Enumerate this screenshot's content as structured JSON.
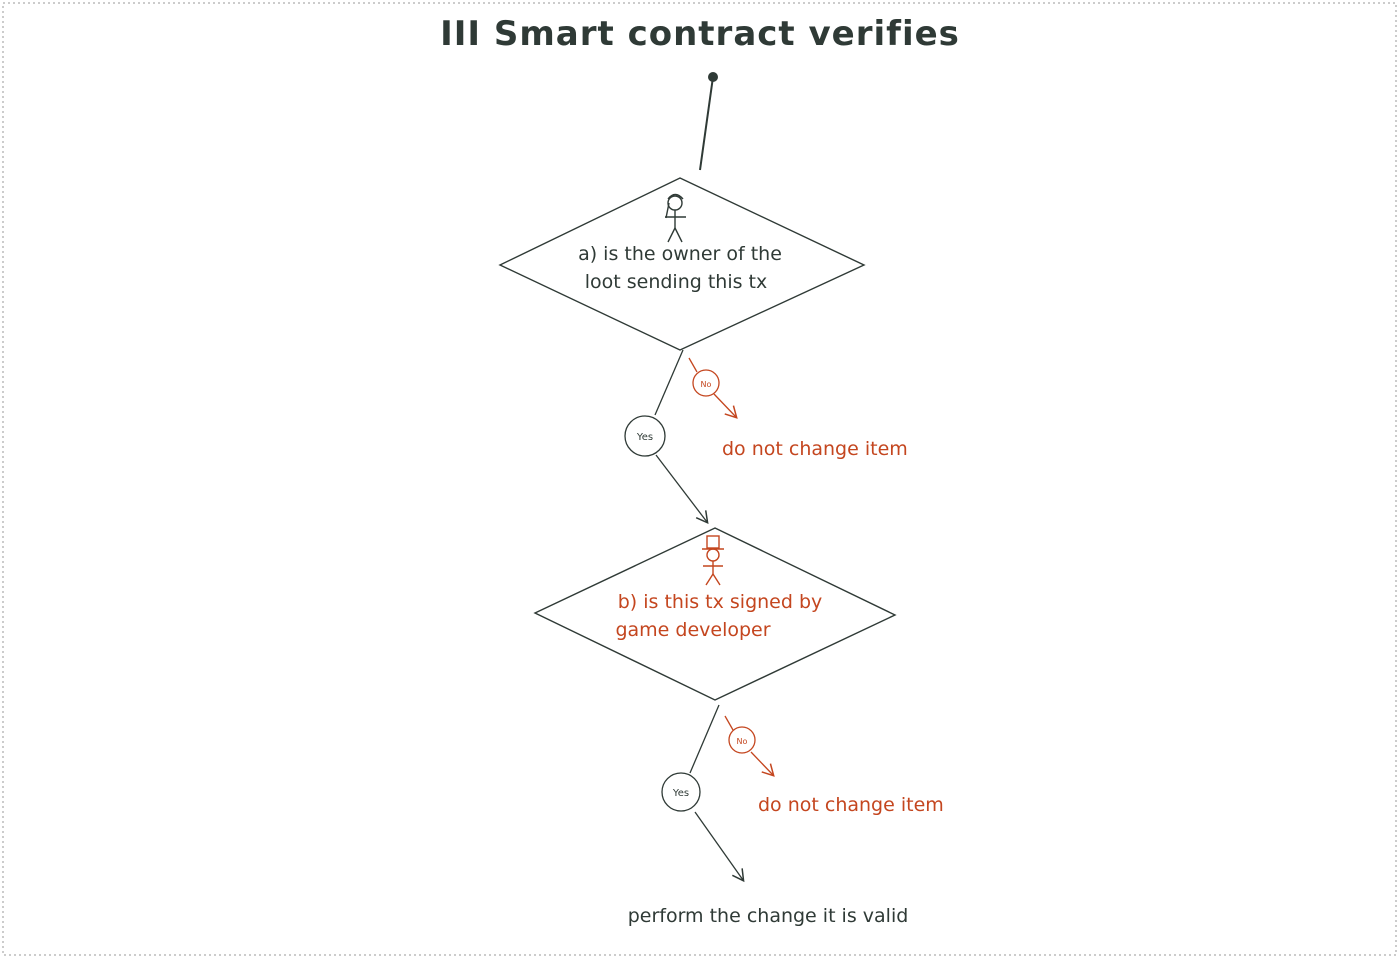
{
  "title": "III Smart contract verifies",
  "decision_a": {
    "line1": "a) is the owner of the",
    "line2": "loot sending this tx",
    "yes_label": "Yes",
    "no_label": "No",
    "no_outcome": "do not change item",
    "actor_icon": "stick-figure-owner-icon"
  },
  "decision_b": {
    "line1": "b) is this tx signed by",
    "line2": "game developer",
    "yes_label": "Yes",
    "no_label": "No",
    "no_outcome": "do not change item",
    "actor_icon": "stick-figure-developer-icon"
  },
  "final_outcome": "perform the change it is valid",
  "colors": {
    "ink": "#2f3a36",
    "accent": "#c4461f",
    "frame": "#9a9a9a"
  }
}
